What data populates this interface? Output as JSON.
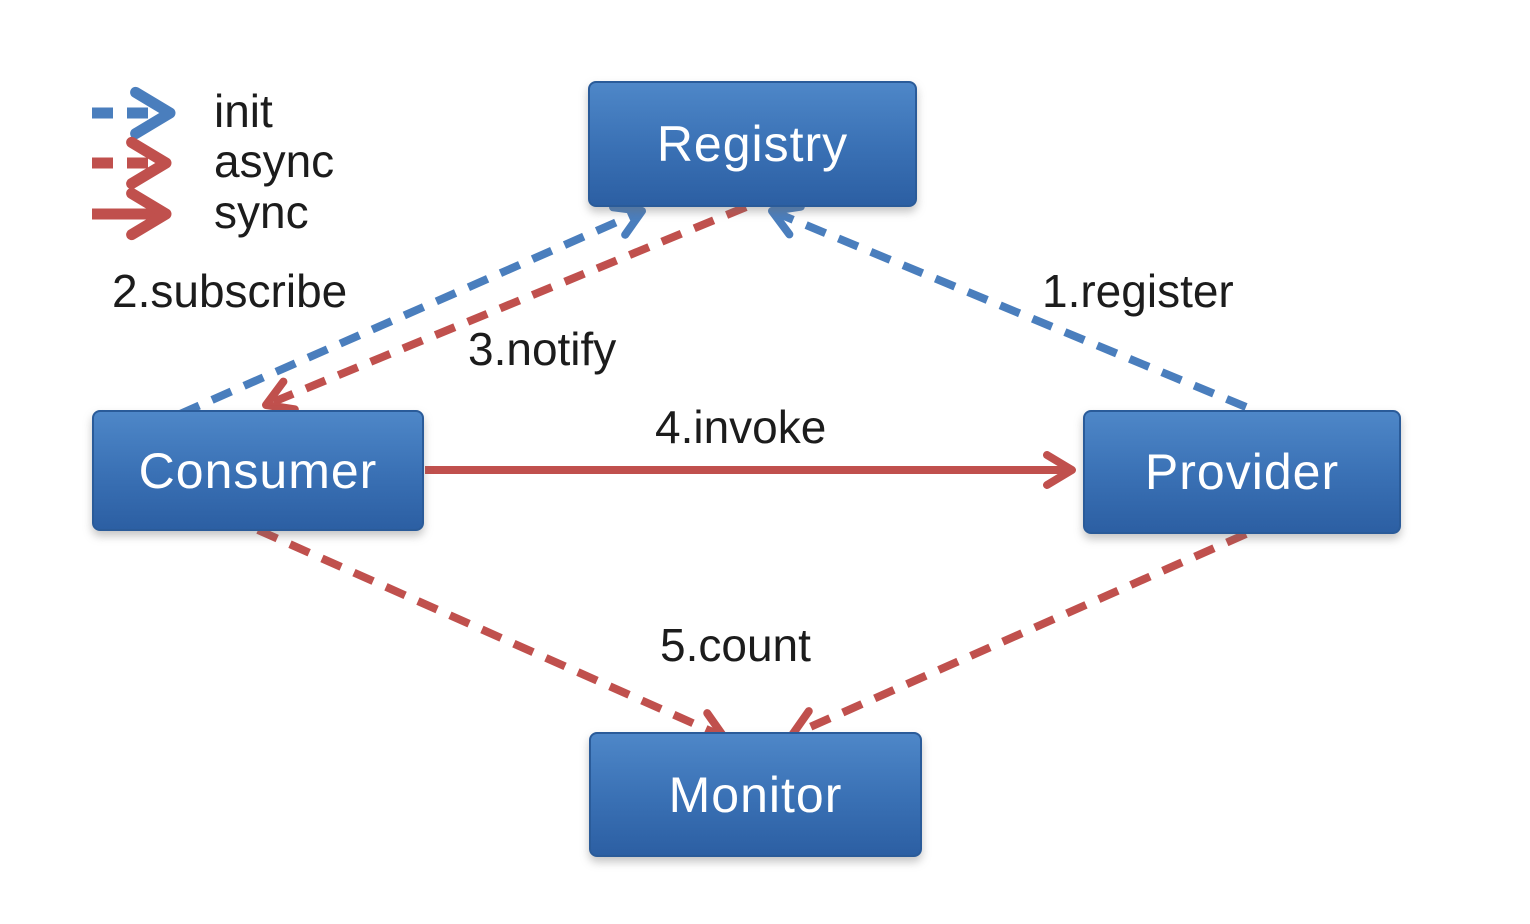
{
  "colors": {
    "background": "#FFFFFF",
    "arrow_blue": "#4A7EBD",
    "arrow_red": "#C0504D",
    "node_fill_top": "#4E87C8",
    "node_fill_bottom": "#2C5FA3",
    "node_border": "#2A5B99",
    "node_text": "#FFFFFF",
    "label_text": "#1C1C1C"
  },
  "legend": {
    "init": {
      "label": "init",
      "line_style": "dashed",
      "color": "blue"
    },
    "async": {
      "label": "async",
      "line_style": "dashed",
      "color": "red"
    },
    "sync": {
      "label": "sync",
      "line_style": "solid",
      "color": "red"
    }
  },
  "nodes": {
    "registry": {
      "label": "Registry"
    },
    "consumer": {
      "label": "Consumer"
    },
    "provider": {
      "label": "Provider"
    },
    "monitor": {
      "label": "Monitor"
    }
  },
  "edges": {
    "register": {
      "label": "1.register",
      "from": "provider",
      "to": "registry",
      "type": "init"
    },
    "subscribe": {
      "label": "2.subscribe",
      "from": "consumer",
      "to": "registry",
      "type": "init"
    },
    "notify": {
      "label": "3.notify",
      "from": "registry",
      "to": "consumer",
      "type": "async"
    },
    "invoke": {
      "label": "4.invoke",
      "from": "consumer",
      "to": "provider",
      "type": "sync"
    },
    "count": {
      "label": "5.count",
      "from": "consumer,provider",
      "to": "monitor",
      "type": "async"
    }
  }
}
